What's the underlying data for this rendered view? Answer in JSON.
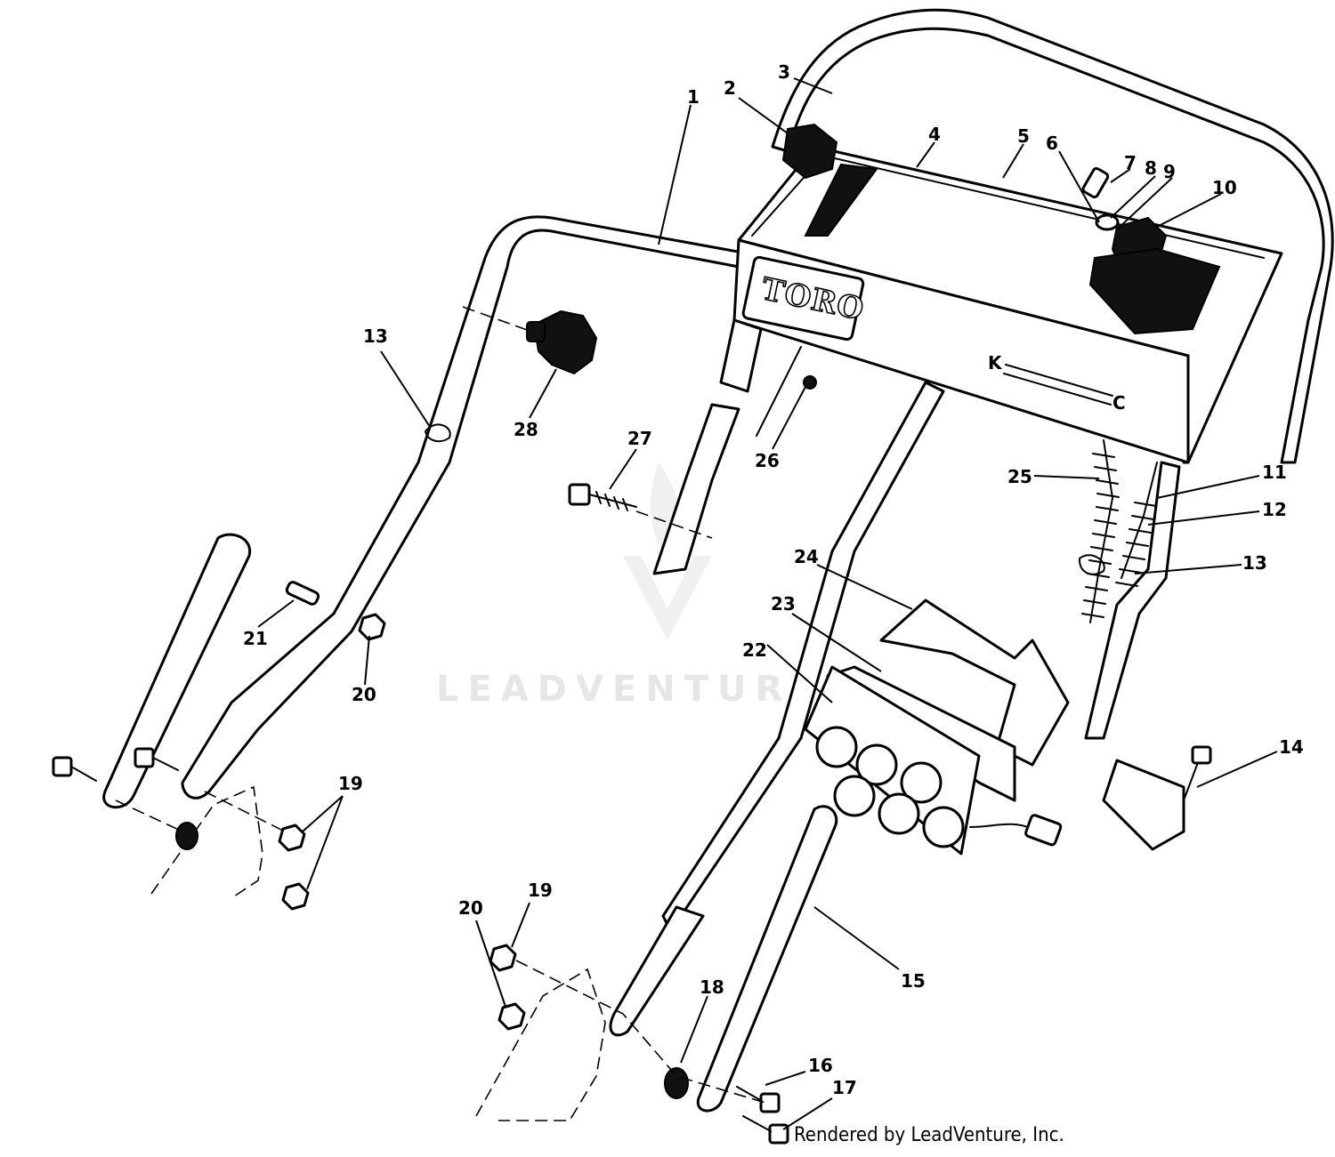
{
  "diagram": {
    "brand_label": "TORO",
    "watermark": "LEADVENTURE",
    "credit": "Rendered by LeadVenture, Inc.",
    "cable_letter_k": "K",
    "cable_letter_c": "C",
    "callouts": {
      "c1": "1",
      "c2": "2",
      "c3": "3",
      "c4": "4",
      "c5": "5",
      "c6": "6",
      "c7": "7",
      "c8": "8",
      "c9": "9",
      "c10": "10",
      "c11": "11",
      "c12": "12",
      "c13a": "13",
      "c13b": "13",
      "c14": "14",
      "c15": "15",
      "c16": "16",
      "c17": "17",
      "c18": "18",
      "c19a": "19",
      "c19b": "19",
      "c20a": "20",
      "c20b": "20",
      "c21": "21",
      "c22": "22",
      "c23": "23",
      "c24": "24",
      "c25": "25",
      "c26": "26",
      "c27": "27",
      "c28": "28"
    }
  }
}
